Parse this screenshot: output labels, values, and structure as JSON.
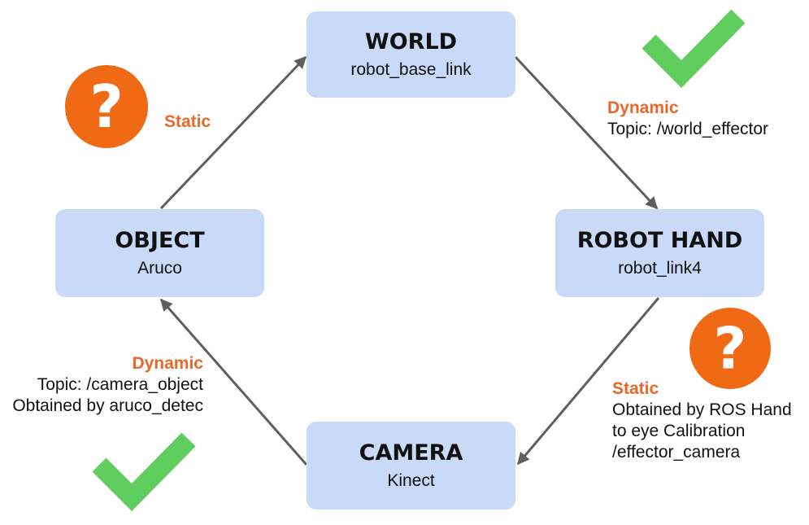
{
  "nodes": {
    "world": {
      "title": "WORLD",
      "subtitle": "robot_base_link"
    },
    "object": {
      "title": "OBJECT",
      "subtitle": "Aruco"
    },
    "hand": {
      "title": "ROBOT HAND",
      "subtitle": "robot_link4"
    },
    "camera": {
      "title": "CAMERA",
      "subtitle": "Kinect"
    }
  },
  "edges": {
    "object_world": {
      "kind": "Static"
    },
    "world_hand": {
      "kind": "Dynamic",
      "lines": [
        "Topic: /world_effector"
      ]
    },
    "hand_camera": {
      "kind": "Static",
      "lines": [
        "Obtained by ROS Hand",
        "to eye Calibration",
        "/effector_camera"
      ]
    },
    "camera_object": {
      "kind": "Dynamic",
      "lines": [
        "Topic: /camera_object",
        "Obtained by aruco_detec"
      ]
    }
  },
  "icons": {
    "question_top_left": {
      "icon": "question-icon",
      "glyph": "?"
    },
    "question_right": {
      "icon": "question-icon",
      "glyph": "?"
    },
    "check_top_right": {
      "icon": "checkmark-icon"
    },
    "check_bottom_left": {
      "icon": "checkmark-icon"
    }
  },
  "colors": {
    "node_fill": "#c9daf8",
    "accent_orange": "#e8682a",
    "question_fill": "#f06a16",
    "check_green": "#5fce5e",
    "arrow": "#5f5f5f"
  }
}
